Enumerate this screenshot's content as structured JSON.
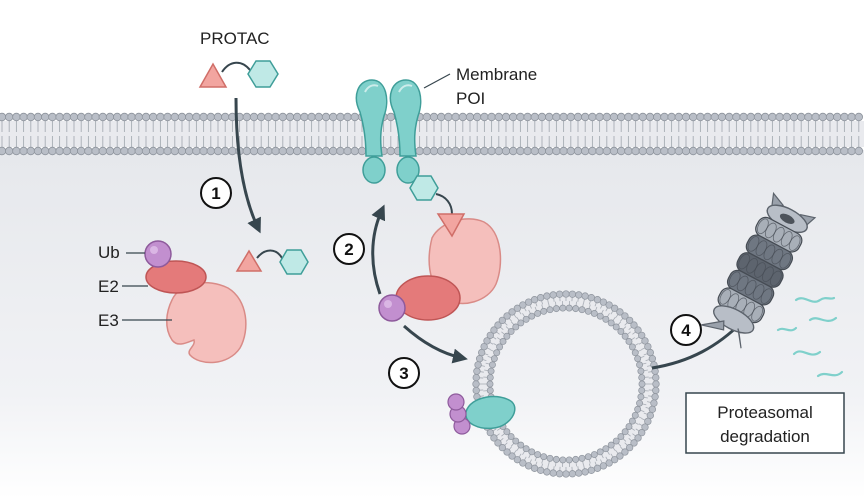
{
  "labels": {
    "protac": "PROTAC",
    "membrane_line1": "Membrane",
    "membrane_line2": "POI",
    "ub": "Ub",
    "e2": "E2",
    "e3": "E3",
    "proteasomal_line1": "Proteasomal",
    "proteasomal_line2": "degradation"
  },
  "steps": [
    "1",
    "2",
    "3",
    "4"
  ],
  "colors": {
    "cytoplasm": "#eceef2",
    "membrane_head": "#b9bec7",
    "membrane_head_stroke": "#8e949d",
    "teal": "#7fd0cb",
    "teal_stroke": "#3f9e99",
    "teal_light": "#bfe9e6",
    "pink_e3": "#f5bfbc",
    "pink_e3_stroke": "#d98b87",
    "salmon_e2": "#e47a7a",
    "salmon_e2_stroke": "#bf5555",
    "purple_ub": "#c28fcf",
    "purple_ub_stroke": "#8e5a9c",
    "arrow": "#37464e",
    "proteasome": "#7d8590"
  }
}
